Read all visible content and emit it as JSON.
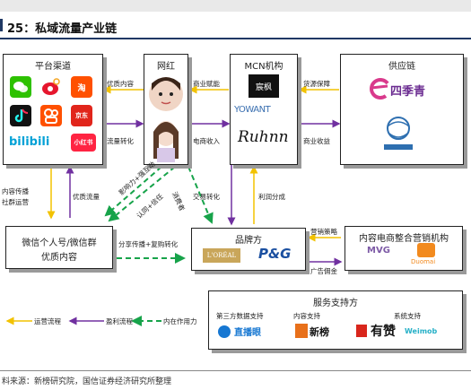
{
  "figure": {
    "title": "25：私域流量产业链",
    "source": "料来源：新榜研究院，国信证券经济研究所整理"
  },
  "nodes": {
    "platforms": {
      "label": "平台渠道",
      "apps": [
        {
          "name": "wechat-icon",
          "text": "",
          "color": "#2dc100"
        },
        {
          "name": "weibo-icon",
          "text": "",
          "color": "#e6162d"
        },
        {
          "name": "taobao-icon",
          "text": "淘",
          "color": "#ff5000"
        },
        {
          "name": "douyin-icon",
          "text": "",
          "color": "#111111"
        },
        {
          "name": "kuaishou-icon",
          "text": "",
          "color": "#ff5000"
        },
        {
          "name": "jd-icon",
          "text": "京东",
          "color": "#e1251b"
        },
        {
          "name": "bilibili-icon",
          "text": "bilibili",
          "color": "#00a1d6"
        },
        {
          "name": "xiaohongshu-icon",
          "text": "小红书",
          "color": "#ff2442"
        }
      ]
    },
    "influencer": {
      "label": "网红"
    },
    "mcn": {
      "label": "MCN机构",
      "logos": [
        "宸枫",
        "YOWANT",
        "Ruhnn"
      ]
    },
    "supply": {
      "label": "供应链",
      "logos": [
        "四季青"
      ]
    },
    "private": {
      "label_line1": "微信个人号/微信群",
      "label_line2": "优质内容"
    },
    "brand": {
      "label": "品牌方",
      "logos": [
        "L'ORÉAL",
        "P&G"
      ]
    },
    "ecommerce": {
      "label": "内容电商整合营销机构",
      "logos": [
        "MVG",
        "Duomai"
      ]
    },
    "services": {
      "label": "服务支持方",
      "sub": [
        "第三方数据支持",
        "内容支持",
        "系统支持"
      ],
      "logos": [
        "直播眼",
        "新榜",
        "有赞",
        "Weimob"
      ]
    }
  },
  "edges": {
    "promote": "优质内容",
    "traffic_convert": "流量转化",
    "biz_empower": "商业赋能",
    "ecom_income": "电商收入",
    "supply_guarantee": "货源保障",
    "biz_income": "商业收益",
    "content_spread": "内容传播",
    "community": "社群运营",
    "quality_traffic": "优质流量",
    "influence": "影响力+强互动",
    "trust": "认同+信任",
    "consumer": "消费者",
    "trade_convert": "交易转化",
    "profit_share": "利润分成",
    "share_buy": "分享传播+复购转化",
    "marketing": "营销策略",
    "ad_fee": "广告佣金",
    "ops_flow": "运营流程",
    "profit_flow": "盈利流程",
    "internal": "内在作用力"
  }
}
